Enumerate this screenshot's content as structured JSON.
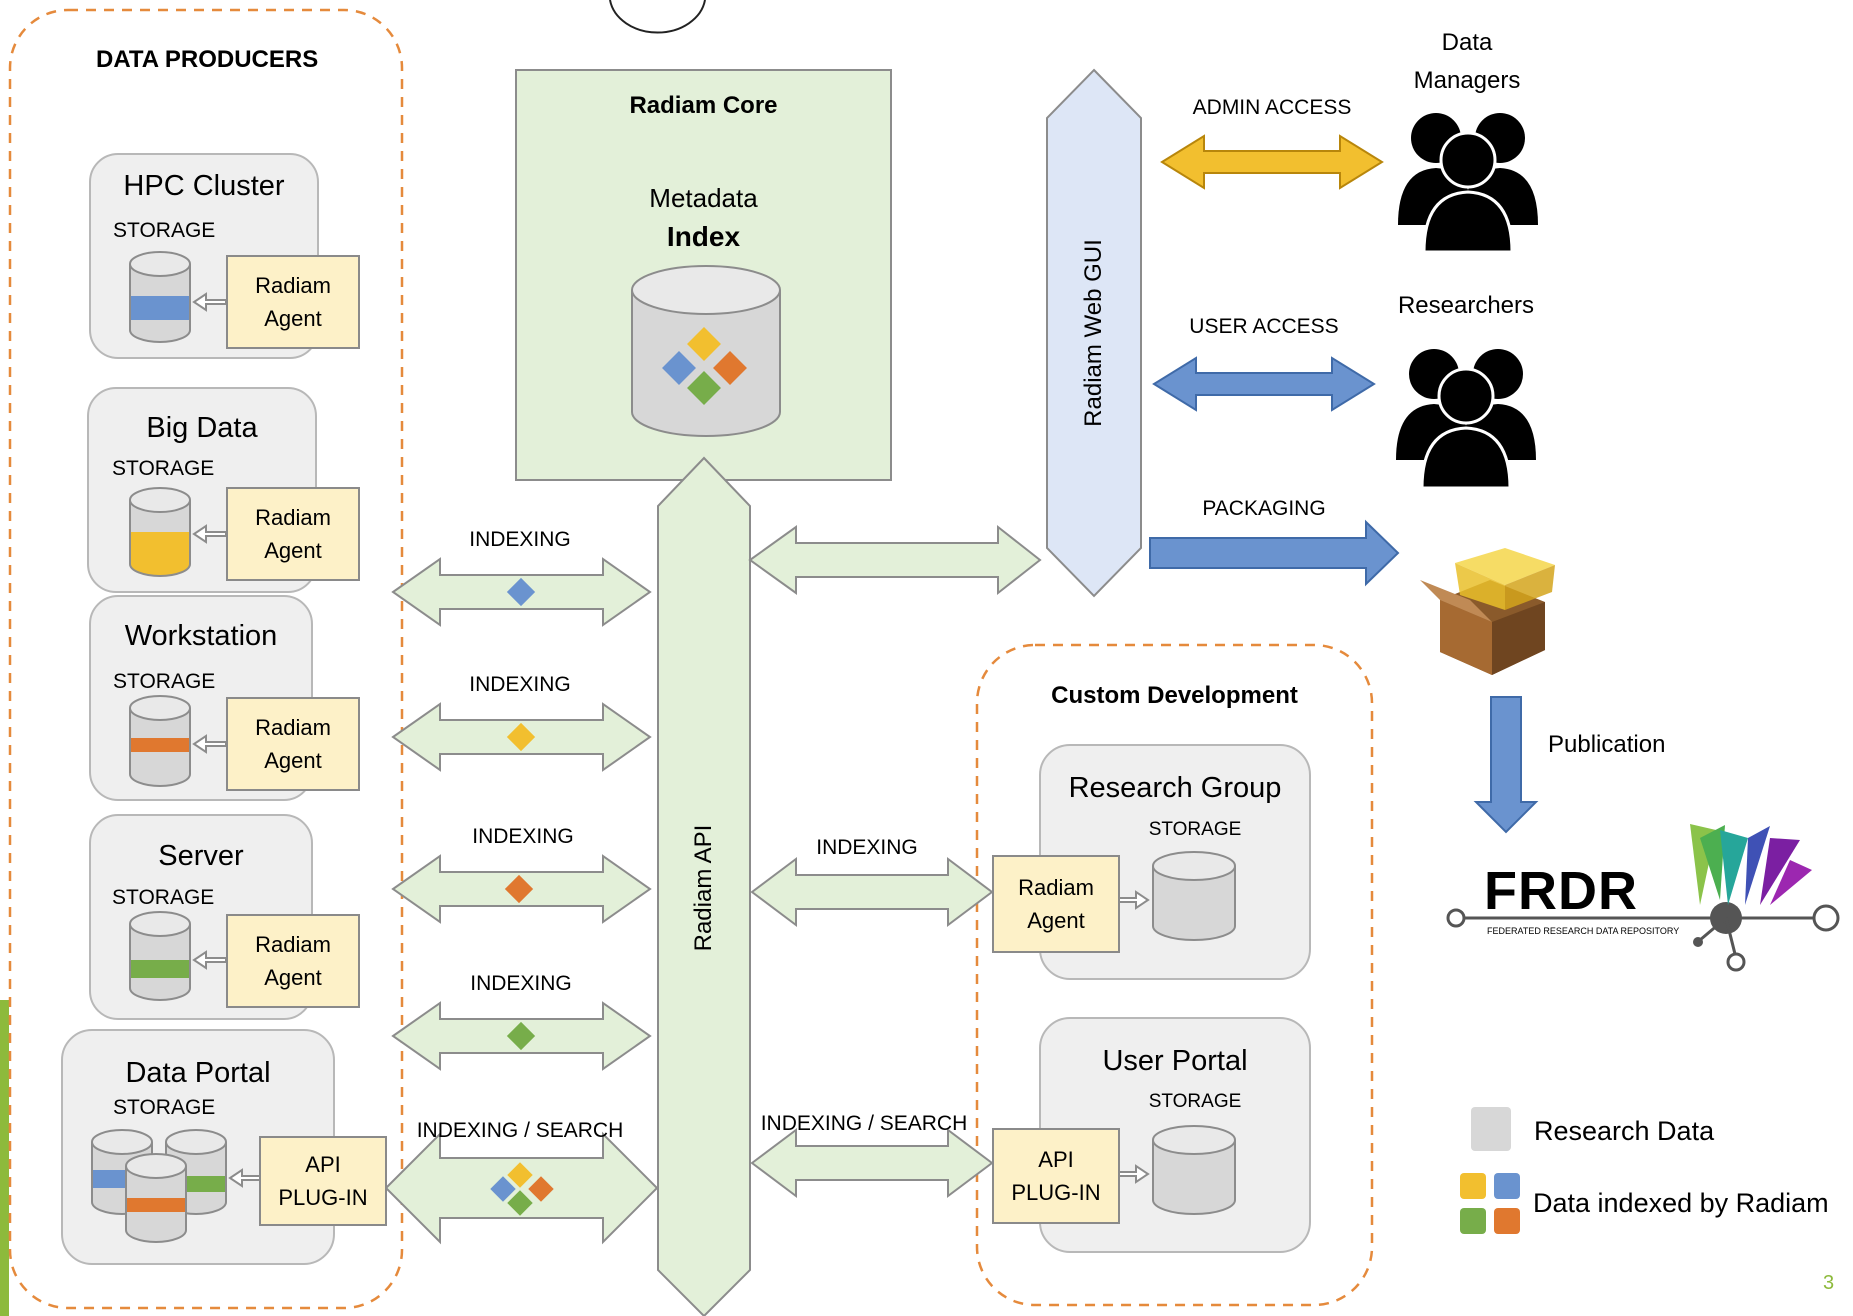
{
  "producers": {
    "title": "DATA PRODUCERS",
    "storage_label": "STORAGE",
    "items": [
      {
        "name": "HPC Cluster",
        "agent": [
          "Radiam",
          "Agent"
        ]
      },
      {
        "name": "Big Data",
        "agent": [
          "Radiam",
          "Agent"
        ]
      },
      {
        "name": "Workstation",
        "agent": [
          "Radiam",
          "Agent"
        ]
      },
      {
        "name": "Server",
        "agent": [
          "Radiam",
          "Agent"
        ]
      },
      {
        "name": "Data Portal",
        "agent": [
          "API",
          "PLUG-IN"
        ]
      }
    ]
  },
  "core": {
    "title": "Radiam Core",
    "metadata": "Metadata",
    "index": "Index"
  },
  "api": {
    "label": "Radiam API"
  },
  "web_gui": {
    "label": "Radiam Web GUI"
  },
  "connections": {
    "indexing": "INDEXING",
    "indexing_search": "INDEXING / SEARCH",
    "admin_access": "ADMIN ACCESS",
    "user_access": "USER ACCESS",
    "packaging": "PACKAGING",
    "publication": "Publication"
  },
  "actors": {
    "data_managers": [
      "Data",
      "Managers"
    ],
    "researchers": "Researchers"
  },
  "custom": {
    "title": "Custom Development",
    "storage_label": "STORAGE",
    "items": [
      {
        "name": "Research Group",
        "agent": [
          "Radiam",
          "Agent"
        ]
      },
      {
        "name": "User Portal",
        "agent": [
          "API",
          "PLUG-IN"
        ]
      }
    ]
  },
  "frdr": {
    "logo_text": "FRDR",
    "logo_subtext": "FEDERATED RESEARCH DATA REPOSITORY"
  },
  "legend": {
    "research_data": "Research Data",
    "indexed": "Data indexed by Radiam"
  },
  "page_number": "3",
  "colors": {
    "blue": "#6a93cf",
    "yellow": "#f2bf2f",
    "orange": "#e0782f",
    "green": "#77ad4a",
    "gray": "#d7d7d7",
    "light_green": "#e3f0d9",
    "light_blue": "#dde6f6",
    "agent_yellow": "#fdf1c8",
    "dashed_orange": "#e58a3c"
  }
}
